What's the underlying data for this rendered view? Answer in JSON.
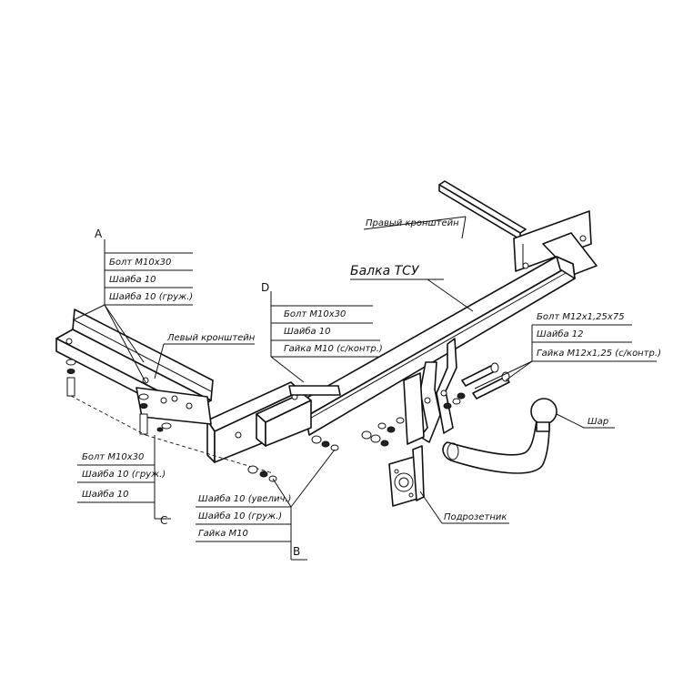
{
  "groups": {
    "a": {
      "letter": "A",
      "items": [
        "Болт М10х30",
        "Шайба 10",
        "Шайба 10 (груж.)"
      ]
    },
    "d": {
      "letter": "D",
      "items": [
        "Болт М10х30",
        "Шайба 10",
        "Гайка М10 (с/контр.)"
      ]
    },
    "c": {
      "letter": "C",
      "items": [
        "Болт М10х30",
        "Шайба 10 (груж.)",
        "Шайба 10"
      ]
    },
    "b": {
      "letter": "B",
      "items": [
        "Шайба 10 (увелич.)",
        "Шайба 10 (груж.)",
        "Гайка М10"
      ]
    },
    "ball": {
      "items": [
        "Болт М12х1,25х75",
        "Шайба 12",
        "Гайка М12х1,25 (с/контр.)"
      ]
    }
  },
  "parts": {
    "right_bracket": "Правый кронштейн",
    "beam": "Балка ТСУ",
    "left_bracket": "Левый кронштейн",
    "ball": "Шар",
    "socket_plate": "Подрозетник"
  }
}
